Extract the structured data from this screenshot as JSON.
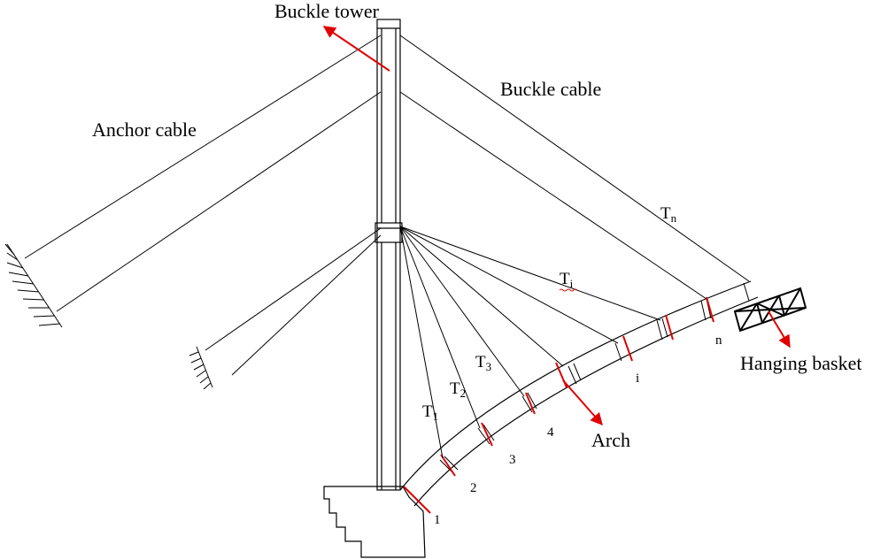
{
  "labels": {
    "buckle_tower": "Buckle tower",
    "buckle_cable": "Buckle cable",
    "anchor_cable": "Anchor cable",
    "arch": "Arch",
    "hanging_basket": "Hanging basket"
  },
  "tensions": {
    "t1": {
      "main": "T",
      "sub": "1"
    },
    "t2": {
      "main": "T",
      "sub": "2"
    },
    "t3": {
      "main": "T",
      "sub": "3"
    },
    "ti": {
      "main": "T",
      "sub": "i"
    },
    "tn": {
      "main": "T",
      "sub": "n"
    }
  },
  "segments": {
    "s1": "1",
    "s2": "2",
    "s3": "3",
    "s4": "4",
    "si": "i",
    "sn": "n"
  },
  "colors": {
    "line": "#000000",
    "accent": "#e00000",
    "squiggle": "#d01010"
  }
}
